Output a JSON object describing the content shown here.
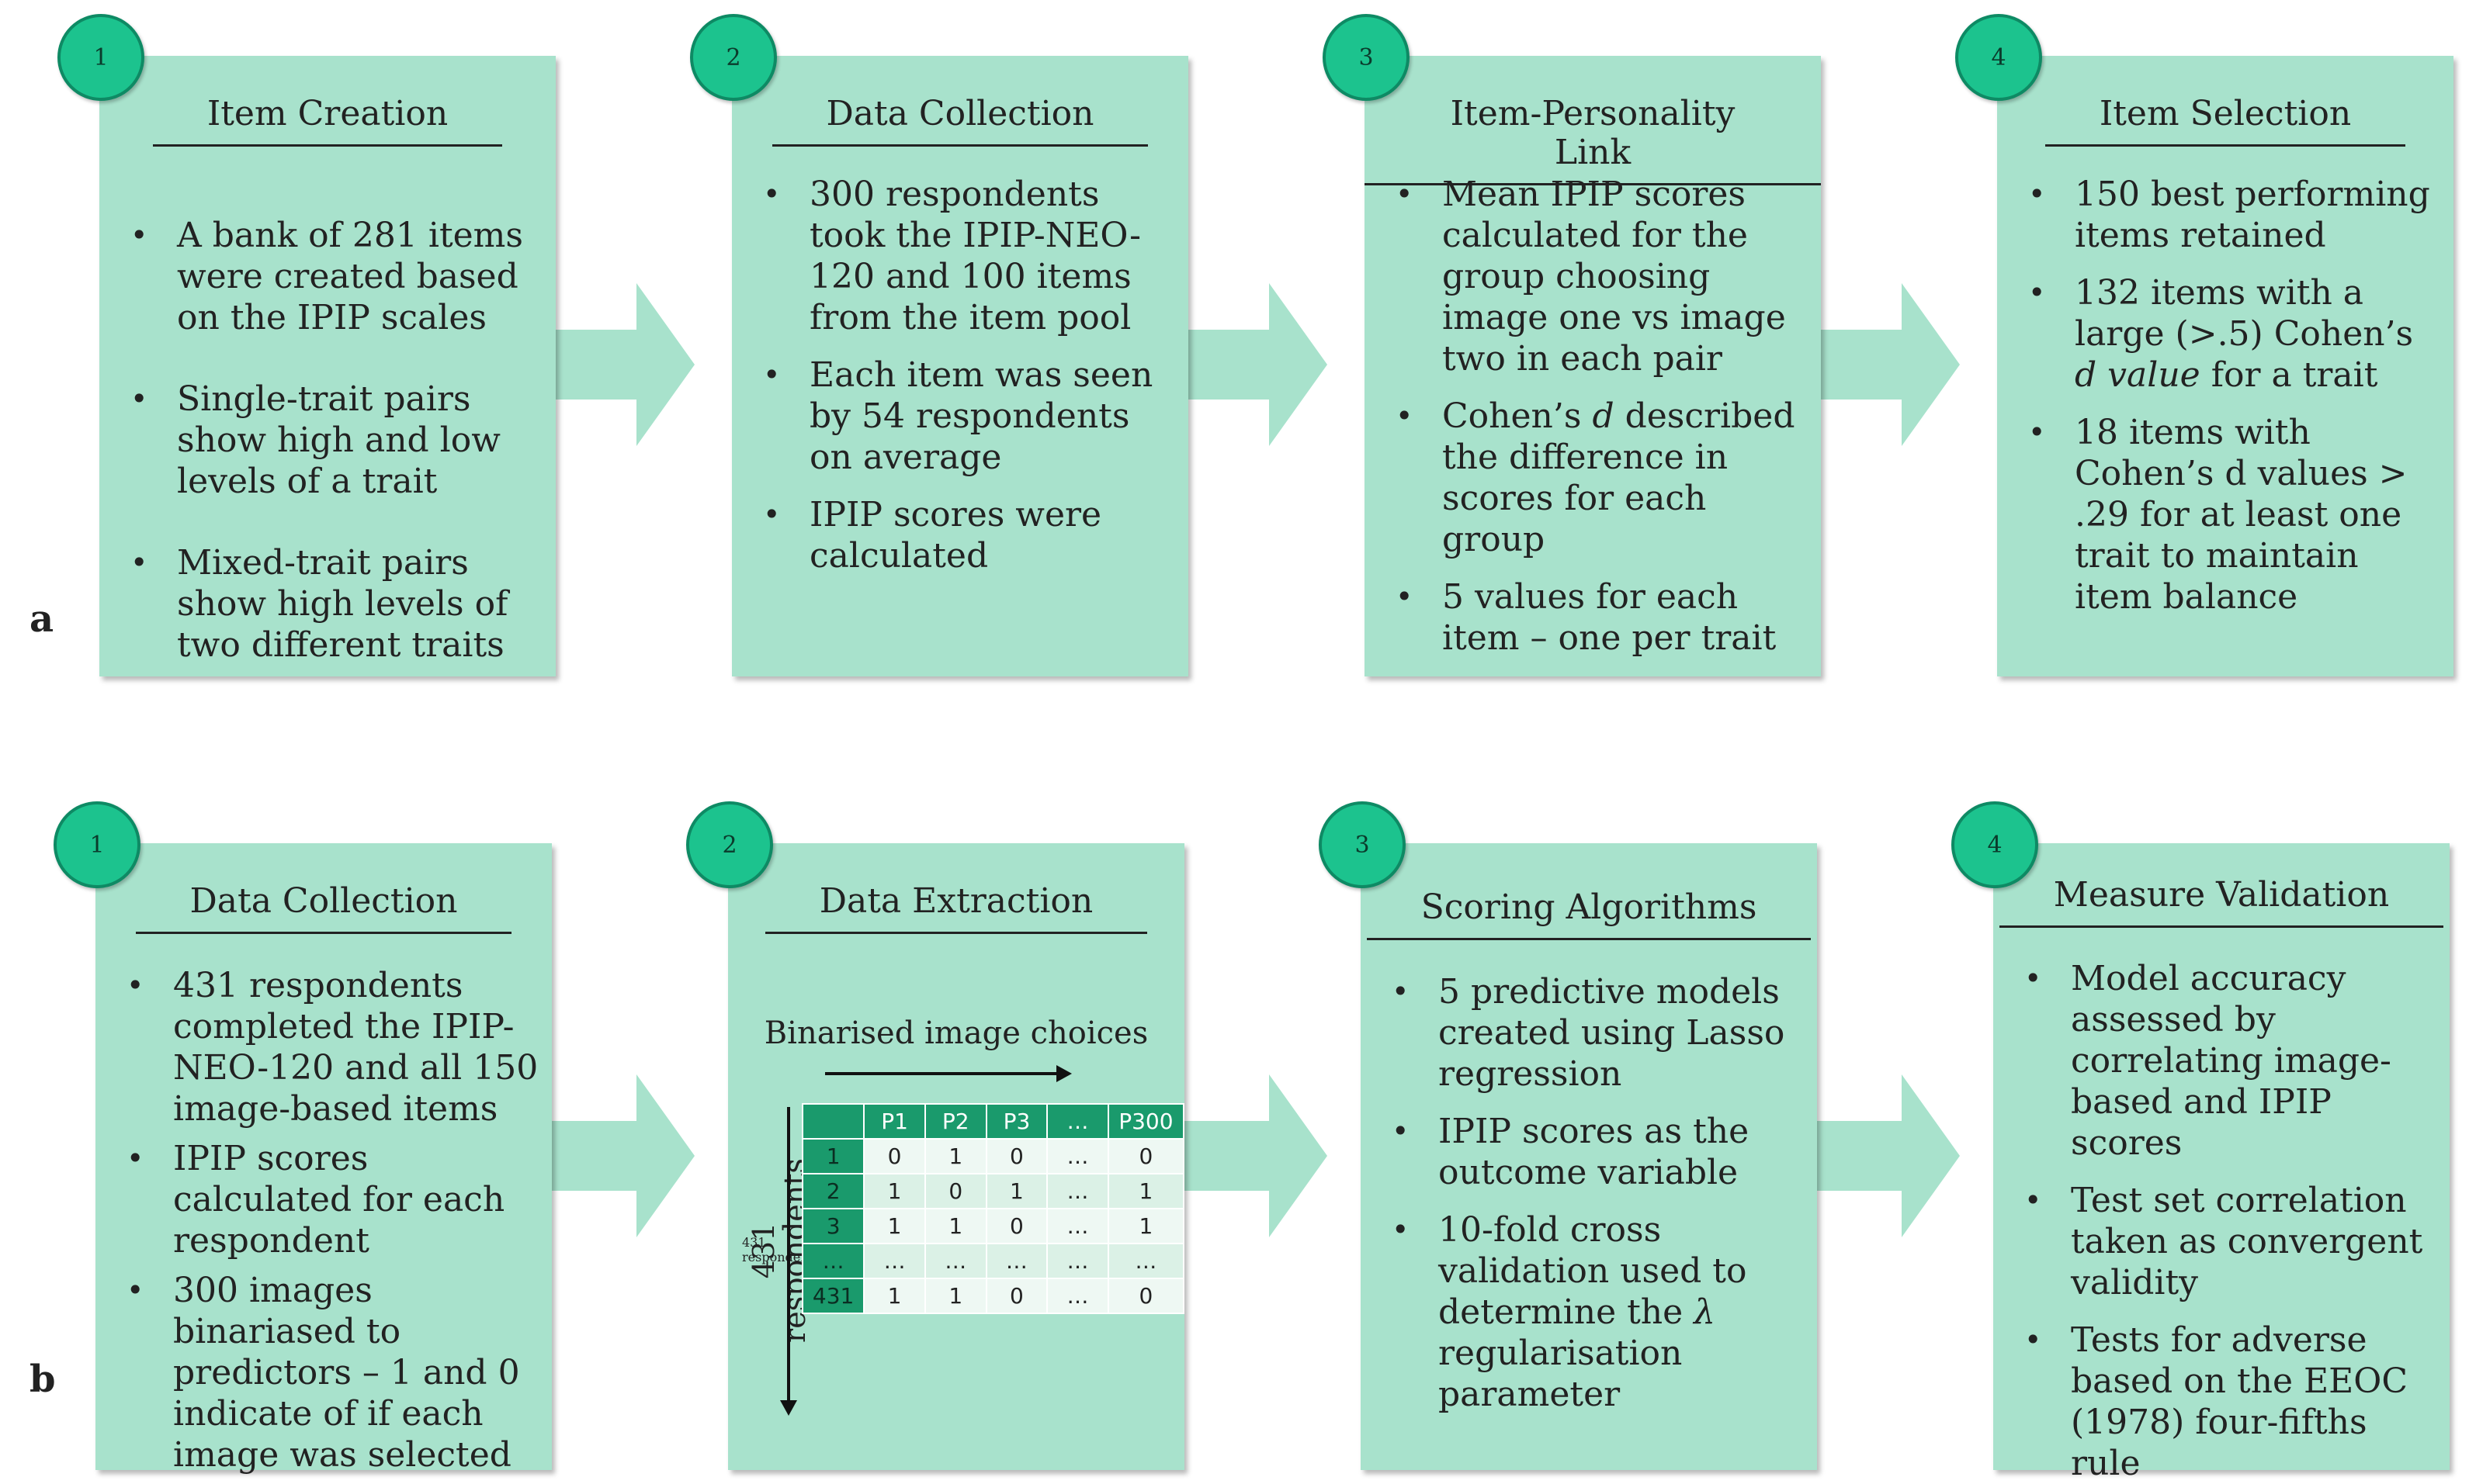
{
  "rows": {
    "a": {
      "label": "a",
      "steps": [
        {
          "number": "1",
          "title": "Item Creation",
          "bullets": [
            "A bank of 281 items were created based on the IPIP scales",
            "Single-trait pairs show high and low levels of a trait",
            "Mixed-trait pairs show high levels of two different traits"
          ]
        },
        {
          "number": "2",
          "title": "Data Collection",
          "bullets": [
            "300 respondents took the IPIP-NEO-120 and 100 items from the item pool",
            "Each item was seen by 54 respondents on average",
            "IPIP scores were calculated"
          ]
        },
        {
          "number": "3",
          "title": "Item-Personality Link",
          "bullets": {
            "b1": "Mean IPIP scores calculated for the group choosing image one vs image two in each pair",
            "b2_pre": "Cohen’s ",
            "b2_ital": "d",
            "b2_post": " described the difference in scores for each group",
            "b3": "5 values for each item – one per trait"
          }
        },
        {
          "number": "4",
          "title": "Item Selection",
          "bullets": {
            "b1": "150 best performing items retained",
            "b2_pre": "132 items with a large (>.5) Cohen’s ",
            "b2_ital": "d value",
            "b2_post": " for a trait",
            "b3": "18 items with Cohen’s d values > .29 for at least one trait to maintain item balance"
          }
        }
      ]
    },
    "b": {
      "label": "b",
      "steps": [
        {
          "number": "1",
          "title": "Data Collection",
          "bullets": [
            "431 respondents completed the IPIP-NEO-120 and all 150 image-based items",
            "IPIP scores calculated for each respondent",
            "300 images binariased to predictors – 1 and 0 indicate of if each image was selected"
          ]
        },
        {
          "number": "2",
          "title": "Data Extraction",
          "matrix": {
            "caption": "Binarised image choices",
            "row_axis_label": "431 respondents",
            "columns": [
              "",
              "P1",
              "P2",
              "P3",
              "…",
              "P300"
            ],
            "rows": [
              [
                "1",
                "0",
                "1",
                "0",
                "…",
                "0"
              ],
              [
                "2",
                "1",
                "0",
                "1",
                "…",
                "1"
              ],
              [
                "3",
                "1",
                "1",
                "0",
                "…",
                "1"
              ],
              [
                "…",
                "…",
                "…",
                "…",
                "…",
                "…"
              ],
              [
                "431",
                "1",
                "1",
                "0",
                "…",
                "0"
              ]
            ]
          }
        },
        {
          "number": "3",
          "title": "Scoring Algorithms",
          "bullets": {
            "b1": "5 predictive models created using Lasso regression",
            "b2": "IPIP scores as the outcome variable",
            "b3_pre": "10-fold cross validation used to determine the ",
            "b3_ital": "λ",
            "b3_post": " regularisation parameter"
          }
        },
        {
          "number": "4",
          "title": "Measure Validation",
          "bullets": [
            "Model accuracy assessed by correlating image-based and IPIP scores",
            "Test set correlation taken as convergent validity",
            "Tests for adverse based on the EEOC (1978) four-fifths rule"
          ]
        }
      ]
    }
  },
  "colors": {
    "box": "#a8e2cc",
    "circle": "#1cc38e",
    "matrix_header": "#1a9a6c"
  }
}
